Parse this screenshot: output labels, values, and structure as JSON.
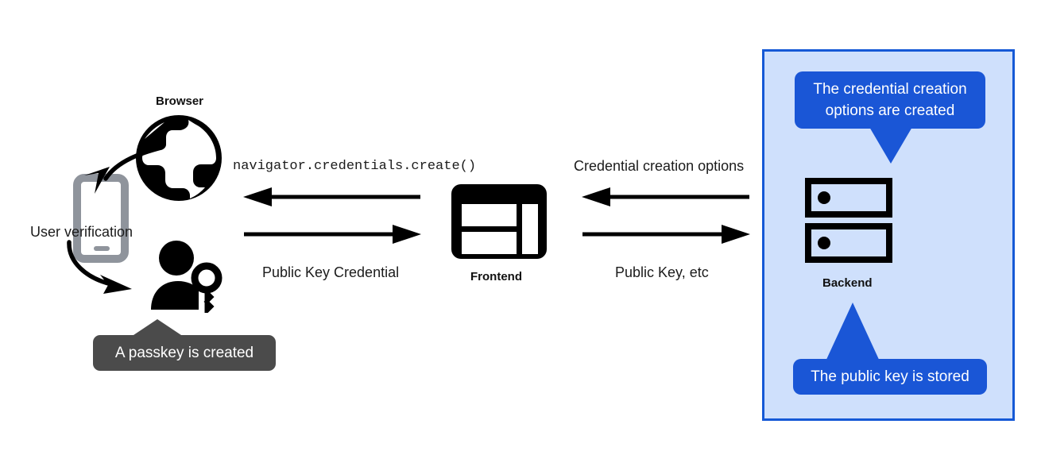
{
  "diagram": {
    "title_visible": false,
    "colors": {
      "panel_fill": "#cfe0fc",
      "panel_border": "#1559d6",
      "callout_blue": "#1a56d6",
      "callout_gray": "#4b4b4b",
      "icon_black": "#000000",
      "phone_gray": "#8f949c",
      "text": "#1b1b1b"
    },
    "nodes": [
      {
        "id": "browser",
        "label": "Browser",
        "icon": "globe-icon"
      },
      {
        "id": "frontend",
        "label": "Frontend",
        "icon": "browser-window-icon"
      },
      {
        "id": "backend",
        "label": "Backend",
        "icon": "server-rack-icon"
      }
    ],
    "client_side": {
      "phone_icon": "mobile-phone-icon",
      "user_key_icon": "user-with-key-icon",
      "user_verification_label": "User verification"
    },
    "messages": {
      "browser_to_frontend_top": "navigator.credentials.create()",
      "browser_to_frontend_bottom": "Public Key Credential",
      "frontend_to_backend_top": "Credential creation options",
      "frontend_to_backend_bottom": "Public Key, etc"
    },
    "callouts": [
      {
        "id": "passkey-created",
        "text": "A passkey is created",
        "style": "gray",
        "pointer": "up"
      },
      {
        "id": "options-created",
        "text": "The credential creation options are created",
        "style": "blue",
        "pointer": "down"
      },
      {
        "id": "public-key-stored",
        "text": "The public key is stored",
        "style": "blue",
        "pointer": "up"
      }
    ]
  }
}
